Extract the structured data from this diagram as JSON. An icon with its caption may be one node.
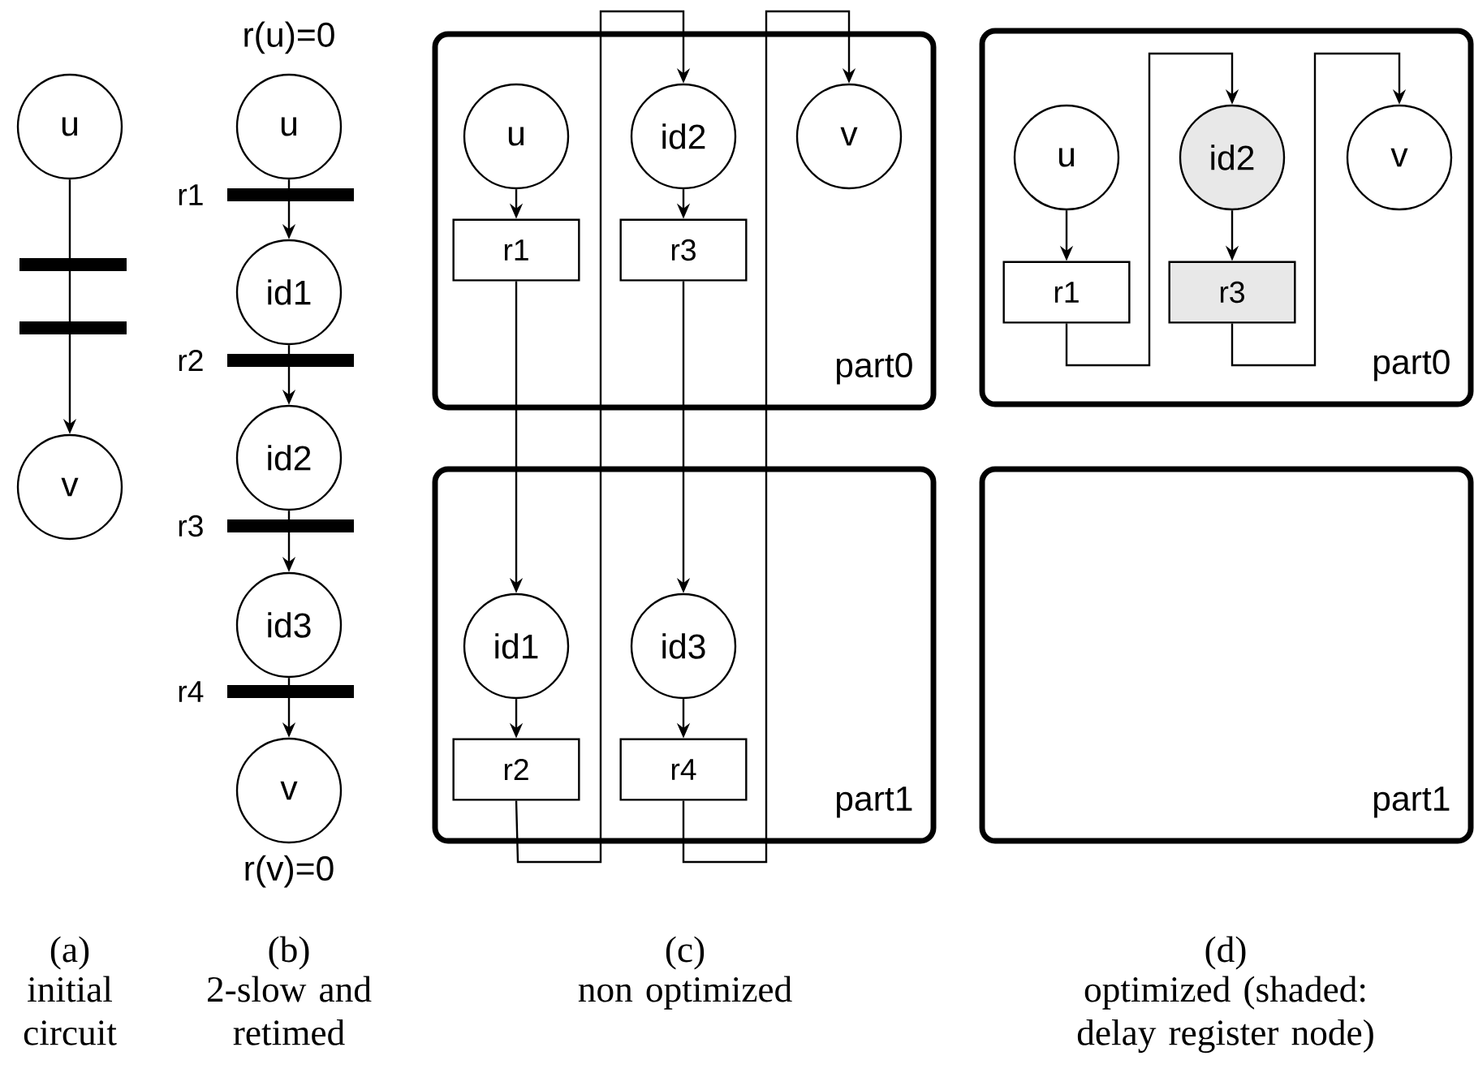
{
  "diagram": {
    "nodes": [
      {
        "text": [
          "u"
        ]
      },
      {
        "text": [
          "v"
        ]
      },
      {
        "text": [
          "u"
        ],
        "beside": [
          "r(u)=0"
        ]
      },
      {
        "text": [
          "id1"
        ]
      },
      {
        "text": [
          "id2"
        ]
      },
      {
        "text": [
          "id3"
        ]
      },
      {
        "text": [
          "v"
        ],
        "beside": [
          "r(v)=0"
        ]
      },
      {
        "text": [
          "part0"
        ]
      },
      {
        "text": [
          "u"
        ],
        "in": 7
      },
      {
        "text": [
          "id2"
        ],
        "in": 7
      },
      {
        "text": [
          "v"
        ],
        "in": 7
      },
      {
        "text": [
          "r1"
        ],
        "in": 7
      },
      {
        "text": [
          "r3"
        ],
        "in": 7
      },
      {
        "text": [
          "part1"
        ]
      },
      {
        "text": [
          "id1"
        ],
        "in": 13
      },
      {
        "text": [
          "id3"
        ],
        "in": 13
      },
      {
        "text": [
          "r2"
        ],
        "in": 13
      },
      {
        "text": [
          "r4"
        ],
        "in": 13
      },
      {
        "text": [
          "part0"
        ]
      },
      {
        "text": [
          "u"
        ],
        "in": 18
      },
      {
        "text": [
          "id2"
        ],
        "in": 18
      },
      {
        "text": [
          "v"
        ],
        "in": 18
      },
      {
        "text": [
          "r1"
        ],
        "in": 18
      },
      {
        "text": [
          "r3"
        ],
        "in": 18
      },
      {
        "text": [
          "part1"
        ]
      }
    ],
    "edges": [
      {
        "from": 0,
        "to": 1,
        "arrow": "to"
      },
      {
        "from": 2,
        "to": 3,
        "arrow": "to"
      },
      {
        "from": 3,
        "to": 4,
        "arrow": "to"
      },
      {
        "from": 4,
        "to": 5,
        "arrow": "to"
      },
      {
        "from": 5,
        "to": 6,
        "arrow": "to"
      },
      {
        "from": 8,
        "to": 11,
        "arrow": "to"
      },
      {
        "from": 11,
        "to": 14,
        "arrow": "to"
      },
      {
        "from": 14,
        "to": 16,
        "arrow": "to"
      },
      {
        "from": 16,
        "to": 9,
        "arrow": "to"
      },
      {
        "from": 9,
        "to": 12,
        "arrow": "to"
      },
      {
        "from": 12,
        "to": 15,
        "arrow": "to"
      },
      {
        "from": 15,
        "to": 17,
        "arrow": "to"
      },
      {
        "from": 17,
        "to": 10,
        "arrow": "to"
      },
      {
        "from": 19,
        "to": 22,
        "arrow": "to"
      },
      {
        "from": 22,
        "to": 20,
        "arrow": "to"
      },
      {
        "from": 20,
        "to": 23,
        "arrow": "to"
      },
      {
        "from": 23,
        "to": 21,
        "arrow": "to"
      }
    ],
    "labels": [
      "r1",
      "r2",
      "r3",
      "r4",
      "(a)",
      "initial circuit",
      "(b)",
      "2-slow and retimed",
      "(c)",
      "non optimized",
      "(d)",
      "optimized (shaded: delay register node)"
    ]
  }
}
